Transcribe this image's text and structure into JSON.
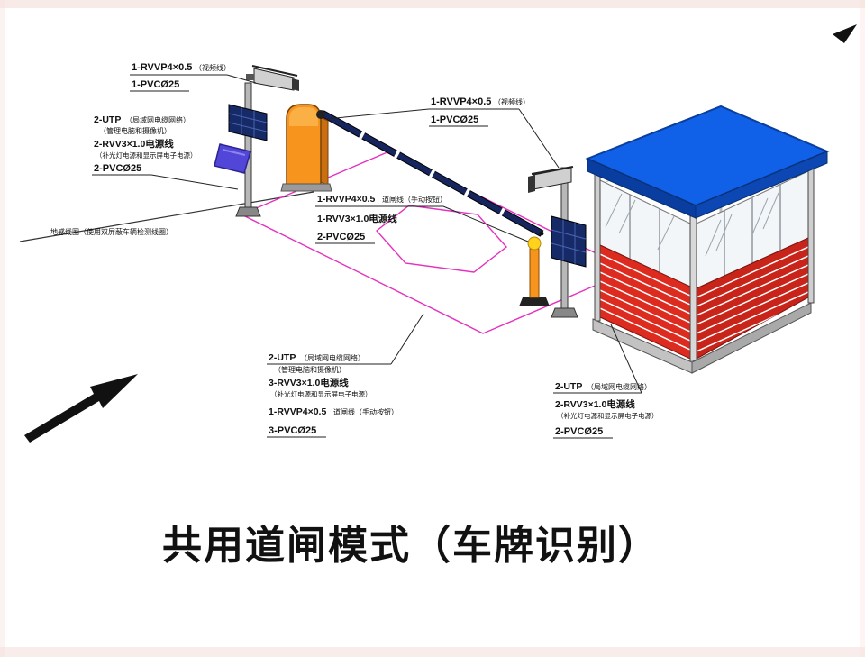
{
  "title": "共用道闸模式（车牌识别）",
  "labels": {
    "camera_left": {
      "main": "1-RVVP4×0.5",
      "note": "（视频线）",
      "conduit": "1-PVCØ25"
    },
    "camera_right": {
      "main": "1-RVVP4×0.5",
      "note": "（视频线）",
      "conduit": "1-PVCØ25"
    },
    "pole_left": {
      "utp": "2-UTP",
      "utp_note": "（局域网电缆网络）",
      "utp_note2": "（管理电脑和摄像机）",
      "power": "2-RVV3×1.0电源线",
      "power_note": "（补光灯电源和显示屏电子电源）",
      "conduit": "2-PVCØ25"
    },
    "ground_loop": {
      "text": "地感线圈（使用双屏蔽车辆检测线圈）"
    },
    "barrier": {
      "main": "1-RVVP4×0.5",
      "note": "道闸线（手动按钮）",
      "power": "1-RVV3×1.0电源线",
      "conduit": "2-PVCØ25"
    },
    "island": {
      "utp": "2-UTP",
      "utp_note": "（局域网电缆网络）",
      "utp_note2": "（管理电脑和摄像机）",
      "power": "3-RVV3×1.0电源线",
      "power_note": "（补光灯电源和显示屏电子电源）",
      "gate_main": "1-RVVP4×0.5",
      "gate_note": "道闸线（手动按钮）",
      "conduit": "3-PVCØ25"
    },
    "booth": {
      "utp": "2-UTP",
      "utp_note": "（局域网电缆网络）",
      "power": "2-RVV3×1.0电源线",
      "power_note": "（补光灯电源和显示屏电子电源）",
      "conduit": "2-PVCØ25"
    }
  },
  "colors": {
    "zone_magenta": "#E530C0",
    "roof_blue": "#1160E8",
    "wall_red": "#DD2B1F",
    "machine_orange": "#F7941D",
    "display_navy": "#152A66",
    "arrow_black": "#111111"
  }
}
